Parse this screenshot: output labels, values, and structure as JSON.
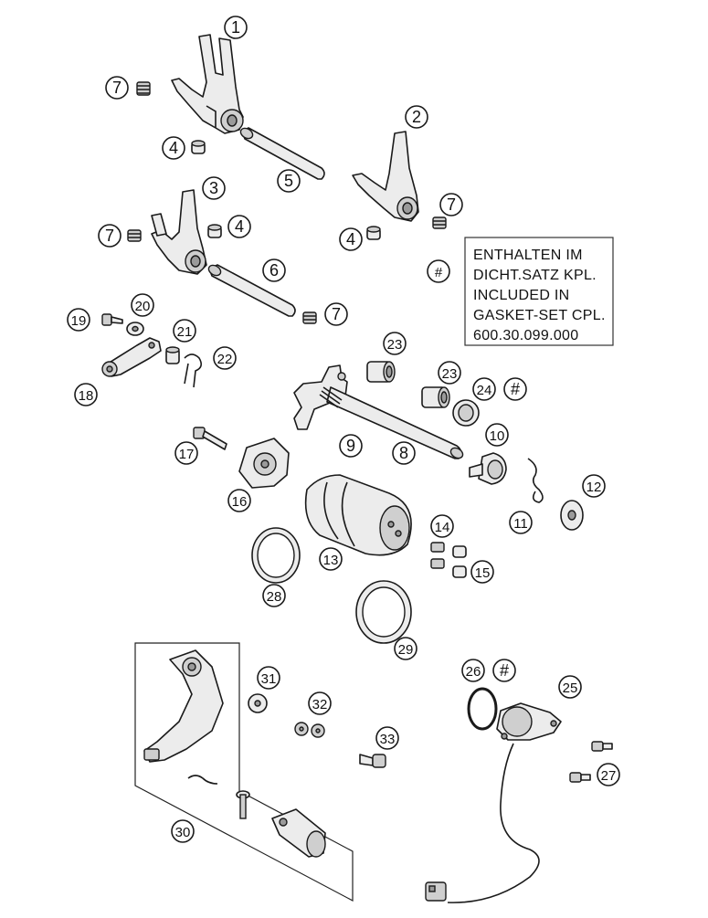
{
  "callouts": [
    {
      "id": "c1",
      "label": "1"
    },
    {
      "id": "c2",
      "label": "2"
    },
    {
      "id": "c3",
      "label": "3"
    },
    {
      "id": "c4a",
      "label": "4"
    },
    {
      "id": "c4b",
      "label": "4"
    },
    {
      "id": "c4c",
      "label": "4"
    },
    {
      "id": "c5",
      "label": "5"
    },
    {
      "id": "c6",
      "label": "6"
    },
    {
      "id": "c7a",
      "label": "7"
    },
    {
      "id": "c7b",
      "label": "7"
    },
    {
      "id": "c7c",
      "label": "7"
    },
    {
      "id": "c7d",
      "label": "7"
    },
    {
      "id": "c8",
      "label": "8"
    },
    {
      "id": "c9",
      "label": "9"
    },
    {
      "id": "c10",
      "label": "10"
    },
    {
      "id": "c11",
      "label": "11"
    },
    {
      "id": "c12",
      "label": "12"
    },
    {
      "id": "c13",
      "label": "13"
    },
    {
      "id": "c14",
      "label": "14"
    },
    {
      "id": "c15",
      "label": "15"
    },
    {
      "id": "c16",
      "label": "16"
    },
    {
      "id": "c17",
      "label": "17"
    },
    {
      "id": "c18",
      "label": "18"
    },
    {
      "id": "c19",
      "label": "19"
    },
    {
      "id": "c20",
      "label": "20"
    },
    {
      "id": "c21",
      "label": "21"
    },
    {
      "id": "c22",
      "label": "22"
    },
    {
      "id": "c23a",
      "label": "23"
    },
    {
      "id": "c23b",
      "label": "23"
    },
    {
      "id": "c24",
      "label": "24"
    },
    {
      "id": "c24h",
      "label": "#"
    },
    {
      "id": "c25",
      "label": "25"
    },
    {
      "id": "c26",
      "label": "26"
    },
    {
      "id": "c26h",
      "label": "#"
    },
    {
      "id": "c27",
      "label": "27"
    },
    {
      "id": "c28",
      "label": "28"
    },
    {
      "id": "c29",
      "label": "29"
    },
    {
      "id": "c30",
      "label": "30"
    },
    {
      "id": "c31",
      "label": "31"
    },
    {
      "id": "c32",
      "label": "32"
    },
    {
      "id": "c33",
      "label": "33"
    }
  ],
  "note": {
    "symbol": "#",
    "lines": [
      "ENTHALTEN IM",
      "DICHT.SATZ KPL.",
      "INCLUDED IN",
      "GASKET-SET CPL.",
      "600.30.099.000"
    ]
  }
}
